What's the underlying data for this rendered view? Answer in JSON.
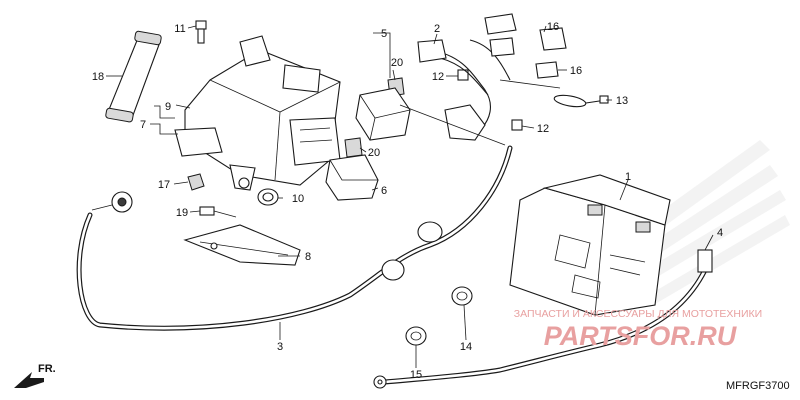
{
  "diagram": {
    "code": "MFRGF3700",
    "front_arrow_label": "FR.",
    "watermark": {
      "tagline": "ЗАПЧАСТИ И АКСЕССУАРЫ ДЛЯ МОТОТЕХНИКИ",
      "logo_text": "PARTSFOR.RU",
      "color": "#e8a0a0"
    },
    "callouts": [
      "1",
      "2",
      "3",
      "4",
      "5",
      "6",
      "7",
      "8",
      "9",
      "10",
      "11",
      "12",
      "12",
      "13",
      "14",
      "15",
      "16",
      "16",
      "17",
      "18",
      "19",
      "20",
      "20"
    ]
  }
}
